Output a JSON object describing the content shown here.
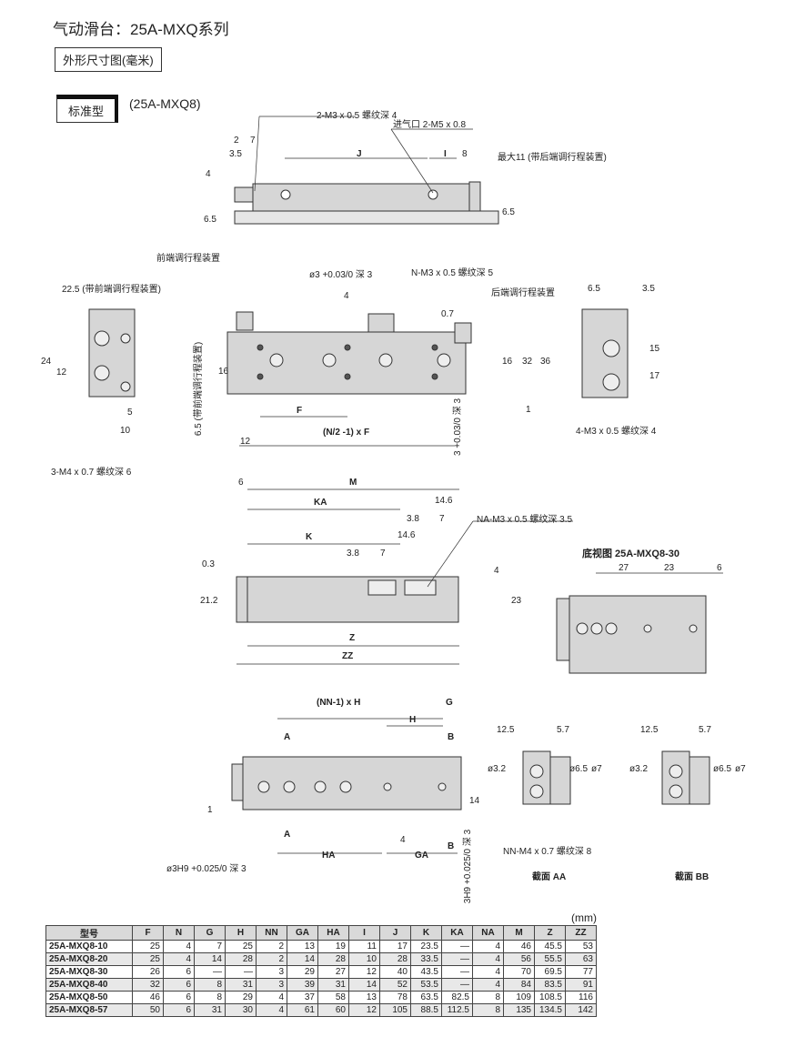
{
  "title": "气动滑台：25A-MXQ系列",
  "subtitle": "外形尺寸图(毫米)",
  "type_tab": "标准型",
  "type_model": "(25A-MXQ8)",
  "labels": {
    "m3_top": "2-M3 x 0.5 螺纹深 4",
    "inlet": "进气口 2-M5 x 0.8",
    "d2": "2",
    "d7": "7",
    "d35": "3.5",
    "J": "J",
    "I": "I",
    "d8": "8",
    "max11": "最大11 (带后端调行程装置)",
    "d4a": "4",
    "d65a": "6.5",
    "d65b": "6.5",
    "front_adj": "前端调行程装置",
    "d225": "22.5 (带前端调行程装置)",
    "phi3": "ø3 +0.03/0 深 3",
    "n_m3": "N-M3 x 0.5 螺纹深 5",
    "rear_adj": "后端调行程装置",
    "d4b": "4",
    "d07": "0.7",
    "d24": "24",
    "d12a": "12",
    "d5": "5",
    "d10": "10",
    "m4": "3-M4 x 0.7 螺纹深 6",
    "d65front": "6.5 (带前端调行程装置)",
    "d16a": "16",
    "F": "F",
    "d12b": "12",
    "nf": "(N/2 -1) x F",
    "d16b": "16",
    "d32": "32",
    "d36": "36",
    "d1a": "1",
    "slot3": "3 +0.03/0 深 3",
    "d65c": "6.5",
    "d35b": "3.5",
    "d15": "15",
    "d17": "17",
    "m3_4": "4-M3 x 0.5 螺纹深 4",
    "d6": "6",
    "M": "M",
    "KA": "KA",
    "d146a": "14.6",
    "d38a": "3.8",
    "d7b": "7",
    "K": "K",
    "d146b": "14.6",
    "d38b": "3.8",
    "d7c": "7",
    "na_m3": "NA-M3 x 0.5 螺纹深 3.5",
    "d03": "0.3",
    "d212": "21.2",
    "d4c": "4",
    "d23": "23",
    "Z": "Z",
    "ZZ": "ZZ",
    "bottom_view": "底视图  25A-MXQ8-30",
    "b27": "27",
    "b23": "23",
    "b6": "6",
    "nnh": "(NN-1) x H",
    "G": "G",
    "H": "H",
    "A1": "A",
    "B1": "B",
    "A2": "A",
    "B2": "B",
    "d1b": "1",
    "d14": "14",
    "d4d": "4",
    "HA": "HA",
    "GA": "GA",
    "phi3h9": "ø3H9 +0.025/0 深 3",
    "h9slot": "3H9 +0.025/0 深 3",
    "aa125": "12.5",
    "aa57": "5.7",
    "aa32": "ø3.2",
    "aa65": "ø6.5",
    "aa7": "ø7",
    "nn_m4": "NN-M4 x 0.7 螺纹深 8",
    "secAA": "截面 AA",
    "bb125": "12.5",
    "bb57": "5.7",
    "bb32": "ø3.2",
    "bb65": "ø6.5",
    "bb7": "ø7",
    "secBB": "截面 BB"
  },
  "table": {
    "unit": "(mm)",
    "headers": [
      "型号",
      "F",
      "N",
      "G",
      "H",
      "NN",
      "GA",
      "HA",
      "I",
      "J",
      "K",
      "KA",
      "NA",
      "M",
      "Z",
      "ZZ"
    ],
    "rows": [
      [
        "25A-MXQ8-10",
        "25",
        "4",
        "7",
        "25",
        "2",
        "13",
        "19",
        "11",
        "17",
        "23.5",
        "—",
        "4",
        "46",
        "45.5",
        "53"
      ],
      [
        "25A-MXQ8-20",
        "25",
        "4",
        "14",
        "28",
        "2",
        "14",
        "28",
        "10",
        "28",
        "33.5",
        "—",
        "4",
        "56",
        "55.5",
        "63"
      ],
      [
        "25A-MXQ8-30",
        "26",
        "6",
        "—",
        "—",
        "3",
        "29",
        "27",
        "12",
        "40",
        "43.5",
        "—",
        "4",
        "70",
        "69.5",
        "77"
      ],
      [
        "25A-MXQ8-40",
        "32",
        "6",
        "8",
        "31",
        "3",
        "39",
        "31",
        "14",
        "52",
        "53.5",
        "—",
        "4",
        "84",
        "83.5",
        "91"
      ],
      [
        "25A-MXQ8-50",
        "46",
        "6",
        "8",
        "29",
        "4",
        "37",
        "58",
        "13",
        "78",
        "63.5",
        "82.5",
        "8",
        "109",
        "108.5",
        "116"
      ],
      [
        "25A-MXQ8-57",
        "50",
        "6",
        "31",
        "30",
        "4",
        "61",
        "60",
        "12",
        "105",
        "88.5",
        "112.5",
        "8",
        "135",
        "134.5",
        "142"
      ]
    ]
  }
}
